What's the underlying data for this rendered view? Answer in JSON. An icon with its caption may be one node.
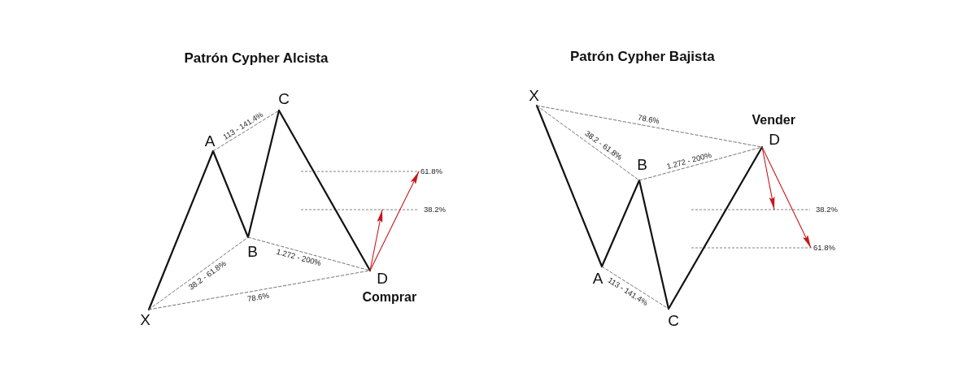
{
  "diagram": {
    "nodes": [
      {
        "text": [
          "X"
        ]
      },
      {
        "text": [
          "A"
        ]
      },
      {
        "text": [
          "B"
        ]
      },
      {
        "text": [
          "C"
        ]
      },
      {
        "text": [
          "D"
        ],
        "beside": [
          "Comprar"
        ]
      },
      {
        "text": [
          "X"
        ]
      },
      {
        "text": [
          "A"
        ]
      },
      {
        "text": [
          "B"
        ]
      },
      {
        "text": [
          "C"
        ]
      },
      {
        "text": [
          "D"
        ],
        "beside": [
          "Vender"
        ]
      },
      {
        "text": [
          "61.8%"
        ]
      },
      {
        "text": [
          "61.8%"
        ]
      }
    ],
    "edges": [
      {
        "from": 0,
        "to": 1,
        "arrow": "none"
      },
      {
        "from": 1,
        "to": 2,
        "arrow": "none"
      },
      {
        "from": 2,
        "to": 3,
        "arrow": "none"
      },
      {
        "from": 3,
        "to": 4,
        "arrow": "none"
      },
      {
        "from": 1,
        "to": 3,
        "arrow": "none",
        "label": "113 - 141.4%",
        "style": "dashed",
        "color": "#666666"
      },
      {
        "from": 0,
        "to": 2,
        "arrow": "none",
        "label": "38.2 - 61.8%",
        "style": "dashed",
        "color": "#666666"
      },
      {
        "from": 2,
        "to": 4,
        "arrow": "none",
        "label": "1.272 - 200%",
        "style": "dashed",
        "color": "#666666"
      },
      {
        "from": 0,
        "to": 4,
        "arrow": "none",
        "label": "78.6%",
        "style": "dashed",
        "color": "#666666"
      },
      {
        "from": 4,
        "to": null,
        "arrow": "to",
        "color": "#c8161d"
      },
      {
        "from": 4,
        "to": 10,
        "arrow": "to",
        "color": "#c8161d"
      },
      {
        "from": 5,
        "to": 6,
        "arrow": "none"
      },
      {
        "from": 6,
        "to": 7,
        "arrow": "none"
      },
      {
        "from": 7,
        "to": 8,
        "arrow": "none"
      },
      {
        "from": 8,
        "to": 9,
        "arrow": "none"
      },
      {
        "from": 6,
        "to": 8,
        "arrow": "none",
        "label": "113 - 141.4%",
        "style": "dashed",
        "color": "#666666"
      },
      {
        "from": 5,
        "to": 7,
        "arrow": "none",
        "label": "38.2 - 61.8%",
        "style": "dashed",
        "color": "#666666"
      },
      {
        "from": 7,
        "to": 9,
        "arrow": "none",
        "label": "1.272 - 200%",
        "style": "dashed",
        "color": "#666666"
      },
      {
        "from": 5,
        "to": 9,
        "arrow": "none",
        "label": "78.6%",
        "style": "dashed",
        "color": "#666666"
      },
      {
        "from": 9,
        "to": null,
        "arrow": "to",
        "color": "#c8161d"
      },
      {
        "from": 9,
        "to": 11,
        "arrow": "to",
        "color": "#c8161d"
      }
    ],
    "labels": [
      "Patrón Cypher Alcista",
      "Patrón Cypher Bajista",
      "38.2%",
      "38.2%"
    ]
  }
}
